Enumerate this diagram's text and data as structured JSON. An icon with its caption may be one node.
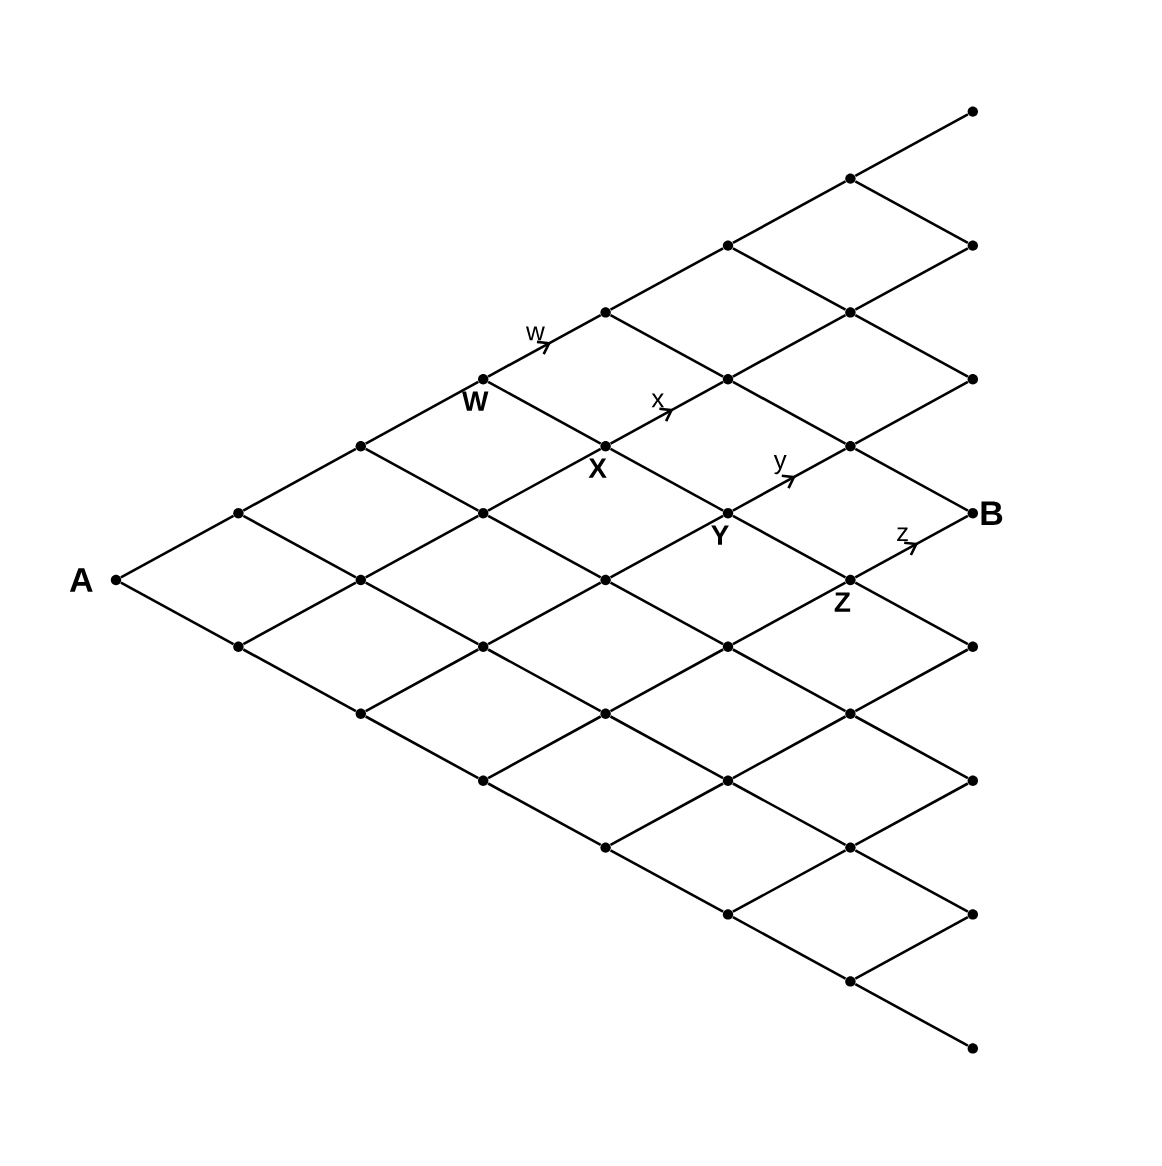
{
  "diagram": {
    "nodes": [
      {
        "text": [],
        "shape": "circle",
        "beside": [
          "A"
        ]
      },
      {
        "text": [],
        "shape": "circle"
      },
      {
        "text": [],
        "shape": "circle"
      },
      {
        "text": [],
        "shape": "circle"
      },
      {
        "text": [],
        "shape": "circle"
      },
      {
        "text": [],
        "shape": "circle"
      },
      {
        "text": [],
        "shape": "circle",
        "beside": [
          "W"
        ]
      },
      {
        "text": [],
        "shape": "circle"
      },
      {
        "text": [],
        "shape": "circle"
      },
      {
        "text": [],
        "shape": "circle"
      },
      {
        "text": [],
        "shape": "circle"
      },
      {
        "text": [],
        "shape": "circle",
        "beside": [
          "X"
        ]
      },
      {
        "text": [],
        "shape": "circle"
      },
      {
        "text": [],
        "shape": "circle"
      },
      {
        "text": [],
        "shape": "circle"
      },
      {
        "text": [],
        "shape": "circle"
      },
      {
        "text": [],
        "shape": "circle"
      },
      {
        "text": [],
        "shape": "circle",
        "beside": [
          "Y"
        ]
      },
      {
        "text": [],
        "shape": "circle"
      },
      {
        "text": [],
        "shape": "circle"
      },
      {
        "text": [],
        "shape": "circle"
      },
      {
        "text": [],
        "shape": "circle"
      },
      {
        "text": [],
        "shape": "circle"
      },
      {
        "text": [],
        "shape": "circle"
      },
      {
        "text": [],
        "shape": "circle",
        "beside": [
          "Z"
        ]
      },
      {
        "text": [],
        "shape": "circle"
      },
      {
        "text": [],
        "shape": "circle"
      },
      {
        "text": [],
        "shape": "circle"
      },
      {
        "text": [],
        "shape": "circle"
      },
      {
        "text": [],
        "shape": "circle"
      },
      {
        "text": [],
        "shape": "circle"
      },
      {
        "text": [],
        "shape": "circle",
        "beside": [
          "B"
        ]
      },
      {
        "text": [],
        "shape": "circle"
      },
      {
        "text": [],
        "shape": "circle"
      },
      {
        "text": [],
        "shape": "circle"
      },
      {
        "text": [],
        "shape": "circle"
      }
    ],
    "edges": [
      {
        "from": 0,
        "to": 1,
        "arrow": "none"
      },
      {
        "from": 0,
        "to": 2,
        "arrow": "none"
      },
      {
        "from": 1,
        "to": 3,
        "arrow": "none"
      },
      {
        "from": 1,
        "to": 4,
        "arrow": "none"
      },
      {
        "from": 2,
        "to": 4,
        "arrow": "none"
      },
      {
        "from": 2,
        "to": 5,
        "arrow": "none"
      },
      {
        "from": 3,
        "to": 6,
        "arrow": "none"
      },
      {
        "from": 3,
        "to": 7,
        "arrow": "none"
      },
      {
        "from": 4,
        "to": 7,
        "arrow": "none"
      },
      {
        "from": 4,
        "to": 8,
        "arrow": "none"
      },
      {
        "from": 5,
        "to": 8,
        "arrow": "none"
      },
      {
        "from": 5,
        "to": 9,
        "arrow": "none"
      },
      {
        "from": 6,
        "to": 10,
        "arrow": "to",
        "label": "w"
      },
      {
        "from": 6,
        "to": 11,
        "arrow": "none"
      },
      {
        "from": 7,
        "to": 11,
        "arrow": "none"
      },
      {
        "from": 7,
        "to": 12,
        "arrow": "none"
      },
      {
        "from": 8,
        "to": 12,
        "arrow": "none"
      },
      {
        "from": 8,
        "to": 13,
        "arrow": "none"
      },
      {
        "from": 9,
        "to": 13,
        "arrow": "none"
      },
      {
        "from": 9,
        "to": 14,
        "arrow": "none"
      },
      {
        "from": 10,
        "to": 15,
        "arrow": "none"
      },
      {
        "from": 10,
        "to": 16,
        "arrow": "none"
      },
      {
        "from": 11,
        "to": 16,
        "arrow": "to",
        "label": "x"
      },
      {
        "from": 11,
        "to": 17,
        "arrow": "none"
      },
      {
        "from": 12,
        "to": 17,
        "arrow": "none"
      },
      {
        "from": 12,
        "to": 18,
        "arrow": "none"
      },
      {
        "from": 13,
        "to": 18,
        "arrow": "none"
      },
      {
        "from": 13,
        "to": 19,
        "arrow": "none"
      },
      {
        "from": 14,
        "to": 19,
        "arrow": "none"
      },
      {
        "from": 14,
        "to": 20,
        "arrow": "none"
      },
      {
        "from": 15,
        "to": 21,
        "arrow": "none"
      },
      {
        "from": 15,
        "to": 22,
        "arrow": "none"
      },
      {
        "from": 16,
        "to": 22,
        "arrow": "none"
      },
      {
        "from": 16,
        "to": 23,
        "arrow": "none"
      },
      {
        "from": 17,
        "to": 23,
        "arrow": "to",
        "label": "y"
      },
      {
        "from": 17,
        "to": 24,
        "arrow": "none"
      },
      {
        "from": 18,
        "to": 24,
        "arrow": "none"
      },
      {
        "from": 18,
        "to": 25,
        "arrow": "none"
      },
      {
        "from": 19,
        "to": 25,
        "arrow": "none"
      },
      {
        "from": 19,
        "to": 26,
        "arrow": "none"
      },
      {
        "from": 20,
        "to": 26,
        "arrow": "none"
      },
      {
        "from": 20,
        "to": 27,
        "arrow": "none"
      },
      {
        "from": 21,
        "to": 28,
        "arrow": "none"
      },
      {
        "from": 21,
        "to": 29,
        "arrow": "none"
      },
      {
        "from": 22,
        "to": 29,
        "arrow": "none"
      },
      {
        "from": 22,
        "to": 30,
        "arrow": "none"
      },
      {
        "from": 23,
        "to": 30,
        "arrow": "none"
      },
      {
        "from": 23,
        "to": 31,
        "arrow": "none"
      },
      {
        "from": 24,
        "to": 31,
        "arrow": "to",
        "label": "z"
      },
      {
        "from": 24,
        "to": 32,
        "arrow": "none"
      },
      {
        "from": 25,
        "to": 32,
        "arrow": "none"
      },
      {
        "from": 25,
        "to": 33,
        "arrow": "none"
      },
      {
        "from": 26,
        "to": 33,
        "arrow": "none"
      },
      {
        "from": 26,
        "to": 34,
        "arrow": "none"
      },
      {
        "from": 27,
        "to": 34,
        "arrow": "none"
      },
      {
        "from": 27,
        "to": 35,
        "arrow": "none"
      }
    ]
  }
}
